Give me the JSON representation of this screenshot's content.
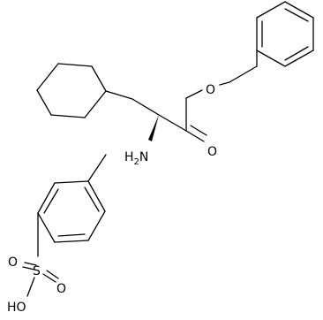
{
  "structure": {
    "colors": {
      "ink": "#000000",
      "background": "#ffffff"
    },
    "atom_labels": {
      "ester_o": "O",
      "carbonyl_o": "O",
      "amine": "H2N",
      "sulfur": "S",
      "sulfonyl_o_top": "O",
      "sulfonyl_o_right": "O",
      "hydroxyl": "HO"
    }
  }
}
